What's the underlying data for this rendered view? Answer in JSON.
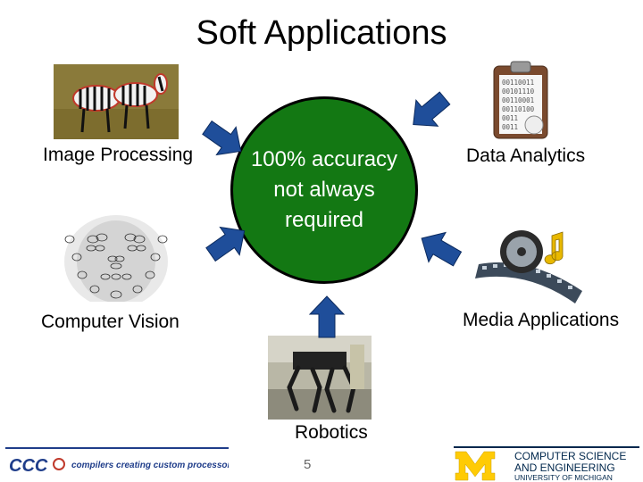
{
  "slide": {
    "title": "Soft Applications",
    "center_text": "100% accuracy not always required",
    "page_number": "5"
  },
  "applications": {
    "image_processing": "Image Processing",
    "data_analytics": "Data Analytics",
    "computer_vision": "Computer Vision",
    "media_applications": "Media Applications",
    "robotics": "Robotics"
  },
  "footer": {
    "left_logo_text": "CCC",
    "left_tagline": "compilers creating custom processors",
    "right_logo_line1": "COMPUTER SCIENCE",
    "right_logo_line2": "AND ENGINEERING",
    "right_logo_line3": "UNIVERSITY OF MICHIGAN"
  },
  "data_sheet_digits": [
    "00110011",
    "00101110",
    "00110001",
    "00110100",
    "0011",
    "0011"
  ],
  "colors": {
    "circle": "#137813",
    "arrow": "#1f4e9a",
    "michigan_blue": "#00274c",
    "michigan_maize": "#ffcb05"
  }
}
